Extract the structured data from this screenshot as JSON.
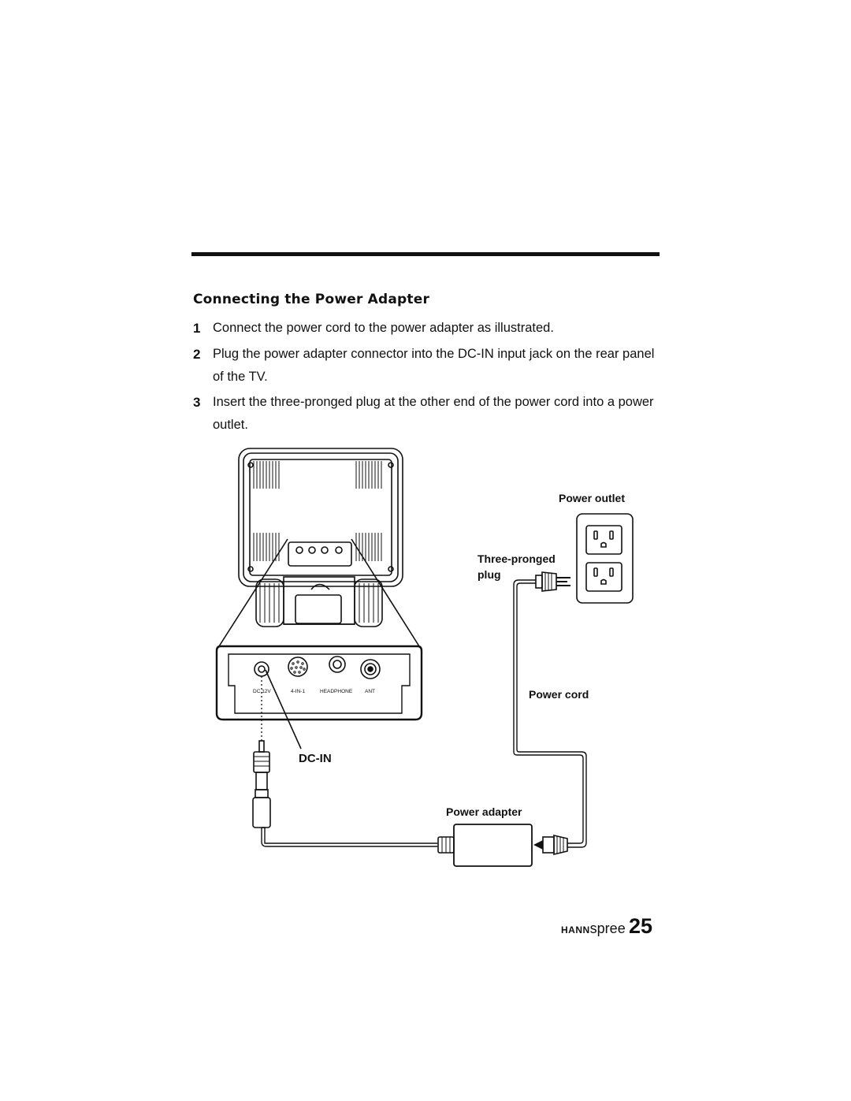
{
  "section": {
    "heading": "Connecting the Power Adapter"
  },
  "steps": [
    {
      "num": "1",
      "text": "Connect the power cord to the power adapter as illustrated."
    },
    {
      "num": "2",
      "text": "Plug the power adapter connector into the DC-IN input jack on the rear panel of the TV."
    },
    {
      "num": "3",
      "text": "Insert the three-pronged plug at the other end of the power cord into a power outlet."
    }
  ],
  "figure": {
    "labels": {
      "power_outlet": "Power outlet",
      "three_pronged": "Three-pronged",
      "plug": "plug",
      "power_cord": "Power cord",
      "dc_in": "DC-IN",
      "power_adapter": "Power adapter"
    },
    "panel_labels": {
      "dc12v": "DC 12V",
      "in41": "4-IN-1",
      "headphone": "HEADPHONE",
      "ant": "ANT"
    }
  },
  "footer": {
    "brand_bold": "HANN",
    "brand_light": "spree",
    "page_number": "25"
  }
}
